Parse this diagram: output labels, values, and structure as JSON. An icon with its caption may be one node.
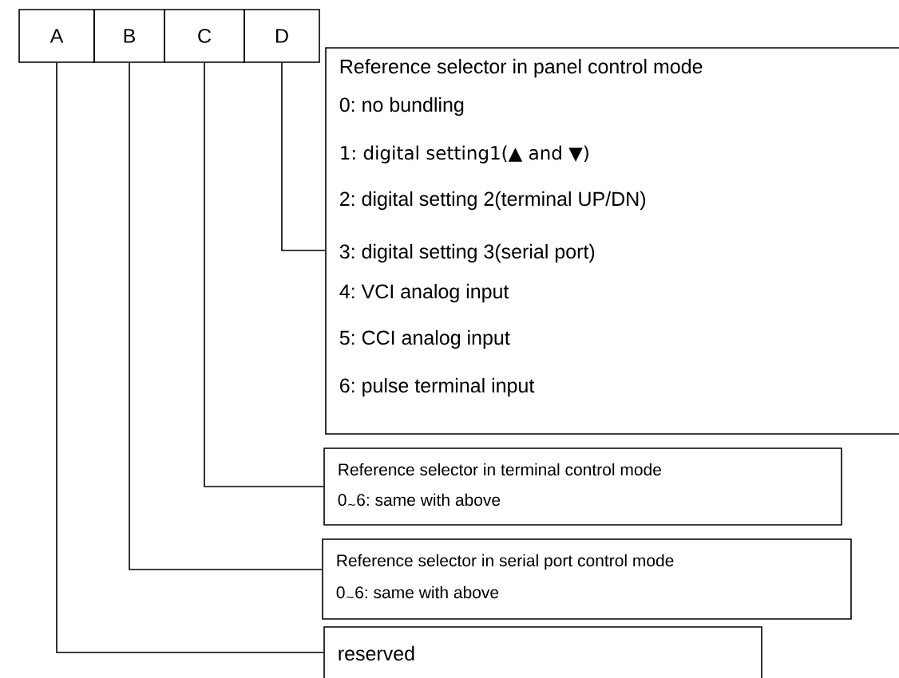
{
  "diagram": {
    "nodes": [
      {
        "text": [
          "A"
        ]
      },
      {
        "text": [
          "B"
        ]
      },
      {
        "text": [
          "C"
        ]
      },
      {
        "text": [
          "D"
        ]
      },
      {
        "text": [
          "Reference selector in panel control mode",
          "0: no bundling",
          "1: digital setting1(▲ and ▼)",
          "2: digital setting 2(terminal UP/DN)",
          "3: digital setting 3(serial port)",
          "4: VCI analog input",
          "5: CCI analog input",
          "6: pulse terminal input"
        ]
      },
      {
        "text": [
          "Reference selector in terminal control mode",
          "0∼6: same with above"
        ]
      },
      {
        "text": [
          "Reference selector in serial port control mode",
          "0∼6: same with above"
        ]
      },
      {
        "text": [
          "reserved"
        ]
      }
    ],
    "edges": [
      {
        "from": 3,
        "to": 4,
        "arrow": "none"
      },
      {
        "from": 2,
        "to": 5,
        "arrow": "none"
      },
      {
        "from": 1,
        "to": 6,
        "arrow": "none"
      },
      {
        "from": 0,
        "to": 7,
        "arrow": "none"
      }
    ]
  }
}
